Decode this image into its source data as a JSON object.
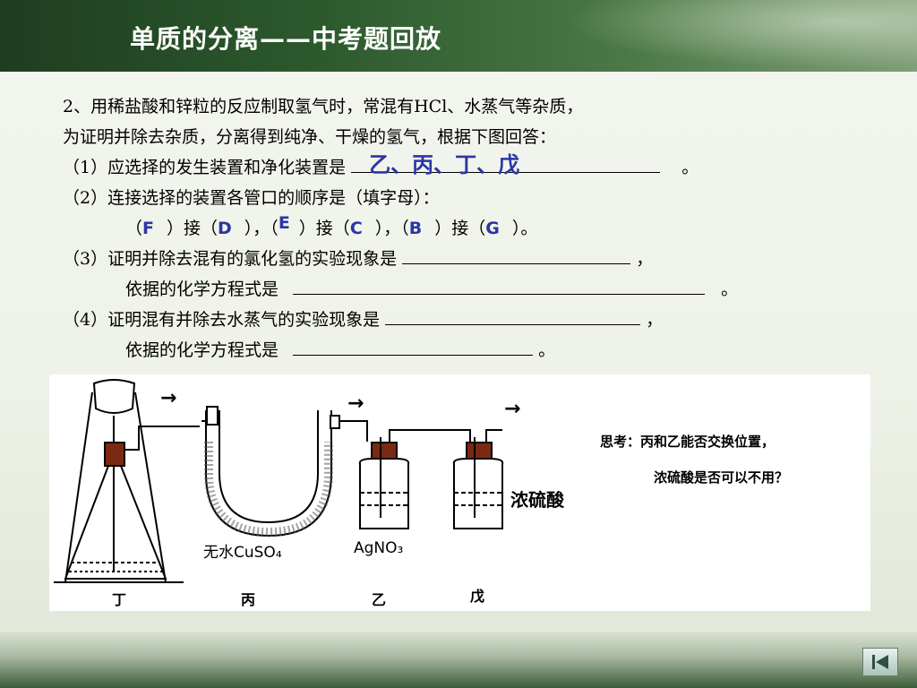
{
  "header": {
    "title": "单质的分离——中考题回放"
  },
  "question": {
    "intro_line1": "2、用稀盐酸和锌粒的反应制取氢气时，常混有HCl、水蒸气等杂质，",
    "intro_line2": "为证明并除去杂质，分离得到纯净、干燥的氢气，根据下图回答：",
    "q1_text": "（1）应选择的发生装置和净化装置是",
    "q1_answer": "乙、丙、丁、戊",
    "q1_end": "。",
    "q2_text": "（2）连接选择的装置各管口的顺序是（填字母）：",
    "q2_parts": {
      "lp1": "（",
      "a1": "F",
      "rp1": "）接（",
      "a2": "D",
      "rp2": "），（",
      "a3": "E",
      "rp3": "）接（",
      "a4": "C",
      "rp4": "），（",
      "a5": "B",
      "rp5": "）接（",
      "a6": "G",
      "rp6": "）。"
    },
    "q3_text": "（3）证明并除去混有的氯化氢的实验现象是",
    "q3_end": "，",
    "q3_eq_text": "依据的化学方程式是",
    "q3_eq_end": "。",
    "q4_text": "（4）证明混有并除去水蒸气的实验现象是",
    "q4_end": "，",
    "q4_eq_text": "依据的化学方程式是",
    "q4_eq_end": "。"
  },
  "figure": {
    "think_line1": "思考：丙和乙能否交换位置，",
    "think_line2": "浓硫酸是否可以不用？",
    "cuso4_label": "无水CuSO₄",
    "agno3_label": "AgNO₃",
    "h2so4_label": "浓硫酸",
    "label_ding": "丁",
    "label_bing": "丙",
    "label_yi": "乙",
    "label_wu": "戊",
    "arrow_glyph": "→"
  },
  "nav": {
    "icon": "first-slide-icon"
  }
}
